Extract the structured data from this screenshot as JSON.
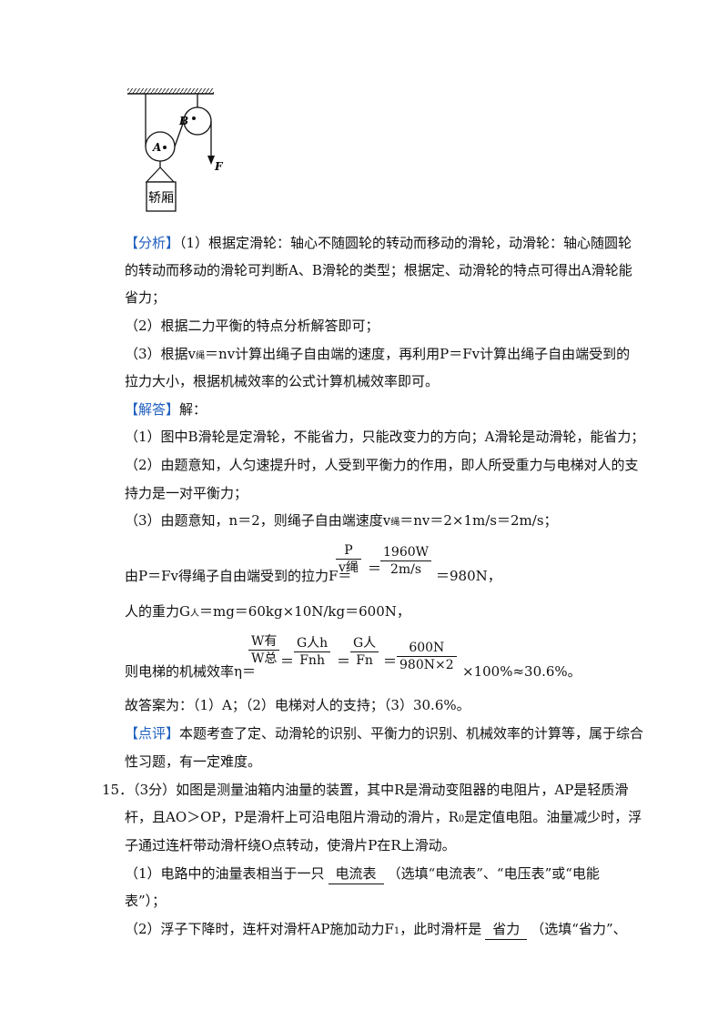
{
  "figure": {
    "label_a": "A",
    "label_b": "B",
    "label_f": "F",
    "box_label": "轿厢"
  },
  "analysis": {
    "tag": "【分析】",
    "line1": "（1）根据定滑轮：轴心不随圆轮的转动而移动的滑轮，动滑轮：轴心随圆轮",
    "line2": "的转动而移动的滑轮可判断A、B滑轮的类型；根据定、动滑轮的特点可得出A滑轮能",
    "line3": "省力；",
    "line4": "（2）根据二力平衡的特点分析解答即可；",
    "line5_a": "（3）根据v",
    "line5_sub": "绳",
    "line5_b": "＝nv计算出绳子自由端的速度，再利用P＝Fv计算出绳子自由端受到的",
    "line6": "拉力大小，根据机械效率的公式计算机械效率即可。"
  },
  "solution": {
    "tag": "【解答】",
    "lead": "解：",
    "line1": "（1）图中B滑轮是定滑轮，不能省力，只能改变力的方向；A滑轮是动滑轮，能省力；",
    "line2": "（2）由题意知，人匀速提升时，人受到平衡力的作用，即人所受重力与电梯对人的支",
    "line3": "持力是一对平衡力；",
    "line4_a": "（3）由题意知，n＝2，则绳子自由端速度v",
    "line4_sub": "绳",
    "line4_b": "＝nv＝2×1m/s＝2m/s；",
    "force_prefix": "由P＝Fv得绳子自由端受到的拉力F＝",
    "force_f1_num": "P",
    "force_f1_den": "v绳",
    "force_eq": "＝",
    "force_f2_num": "1960W",
    "force_f2_den": "2m/s",
    "force_result": "＝980N，",
    "gravity_a": "人的重力G",
    "gravity_sub": "人",
    "gravity_b": "＝mg＝60kg×10N/kg＝600N，",
    "eff_prefix": "则电梯的机械效率η＝",
    "eff_f1_num": "W有",
    "eff_f1_den": "W总",
    "eff_f2_num": "G人h",
    "eff_f2_den": "Fnh",
    "eff_f3_num": "G人",
    "eff_f3_den": "Fn",
    "eff_f4_num": "600N",
    "eff_f4_den": "980N×2",
    "eff_result": "×100%≈30.6%。",
    "answer": "故答案为：（1）A；（2）电梯对人的支持；（3）30.6%。"
  },
  "comment": {
    "tag": "【点评】",
    "line1": "本题考查了定、动滑轮的识别、平衡力的识别、机械效率的计算等，属于综合",
    "line2": "性习题，有一定难度。"
  },
  "question15": {
    "number": "15．",
    "line1": "（3分）如图是测量油箱内油量的装置，其中R是滑动变阻器的电阻片，AP是轻质滑",
    "line2_a": "杆，且AO＞OP，P是滑杆上可沿电阻片滑动的滑片，R",
    "line2_sub": "0",
    "line2_b": "是定值电阻。油量减少时，浮",
    "line3": "子通过连杆带动滑杆绕O点转动，使滑片P在R上滑动。",
    "q1_a": "（1）电路中的油量表相当于一只",
    "q1_answer": "电流表",
    "q1_b": "（选填“电流表”、“电压表”或“电能",
    "q1_c": "表”）；",
    "q2_a": "（2）浮子下降时，连杆对滑杆AP施加动力F",
    "q2_sub": "1",
    "q2_b": "，此时滑杆是",
    "q2_answer": "省力",
    "q2_c": "（选填“省力”、"
  }
}
